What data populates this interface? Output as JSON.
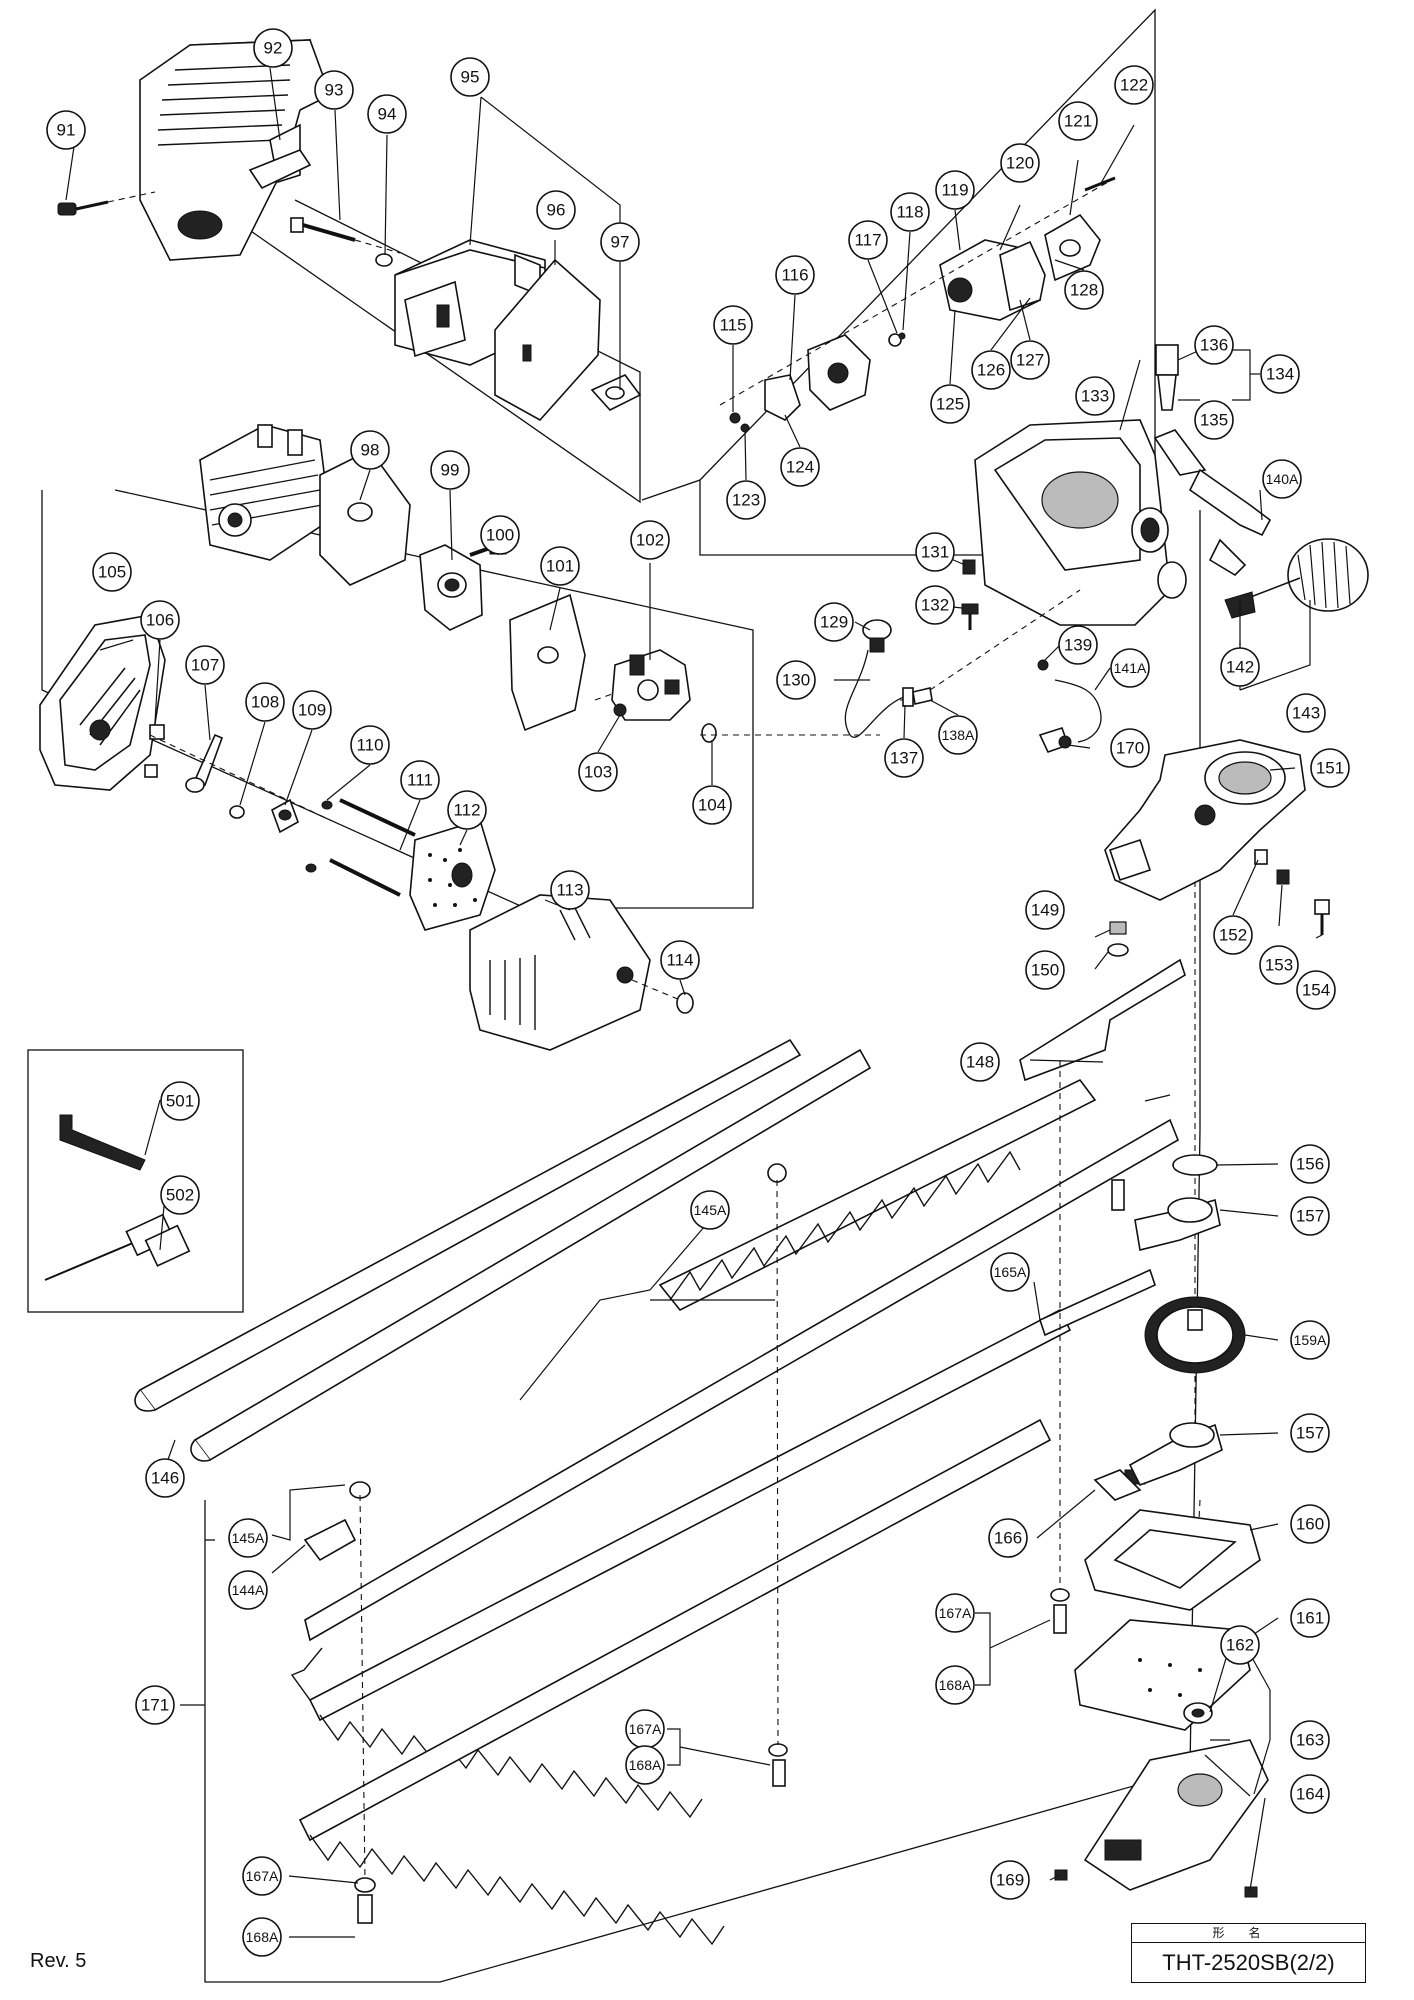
{
  "labels": {
    "p91": "91",
    "p92": "92",
    "p93": "93",
    "p94": "94",
    "p95": "95",
    "p96": "96",
    "p97": "97",
    "p98": "98",
    "p99": "99",
    "p100": "100",
    "p101": "101",
    "p102": "102",
    "p103": "103",
    "p104": "104",
    "p105": "105",
    "p106": "106",
    "p107": "107",
    "p108": "108",
    "p109": "109",
    "p110": "110",
    "p111": "111",
    "p112": "112",
    "p113": "113",
    "p114": "114",
    "p115": "115",
    "p116": "116",
    "p117": "117",
    "p118": "118",
    "p119": "119",
    "p120": "120",
    "p121": "121",
    "p122": "122",
    "p123": "123",
    "p124": "124",
    "p125": "125",
    "p126": "126",
    "p127": "127",
    "p128": "128",
    "p129": "129",
    "p130": "130",
    "p131": "131",
    "p132": "132",
    "p133": "133",
    "p134": "134",
    "p135": "135",
    "p136": "136",
    "p137": "137",
    "p138A": "138A",
    "p139": "139",
    "p140A": "140A",
    "p141A": "141A",
    "p142": "142",
    "p143": "143",
    "p144A": "144A",
    "p145A_a": "145A",
    "p145A_b": "145A",
    "p146": "146",
    "p148": "148",
    "p149": "149",
    "p150": "150",
    "p151": "151",
    "p152": "152",
    "p153": "153",
    "p154": "154",
    "p156": "156",
    "p157_a": "157",
    "p157_b": "157",
    "p159A": "159A",
    "p160": "160",
    "p161": "161",
    "p162": "162",
    "p163": "163",
    "p164": "164",
    "p165A": "165A",
    "p166": "166",
    "p167A_a": "167A",
    "p167A_b": "167A",
    "p167A_c": "167A",
    "p168A_a": "168A",
    "p168A_b": "168A",
    "p168A_c": "168A",
    "p169": "169",
    "p170": "170",
    "p171": "171",
    "p501": "501",
    "p502": "502"
  },
  "footer": {
    "revision": "Rev. 5",
    "title_header": "形名",
    "model": "THT-2520SB(2/2)"
  }
}
